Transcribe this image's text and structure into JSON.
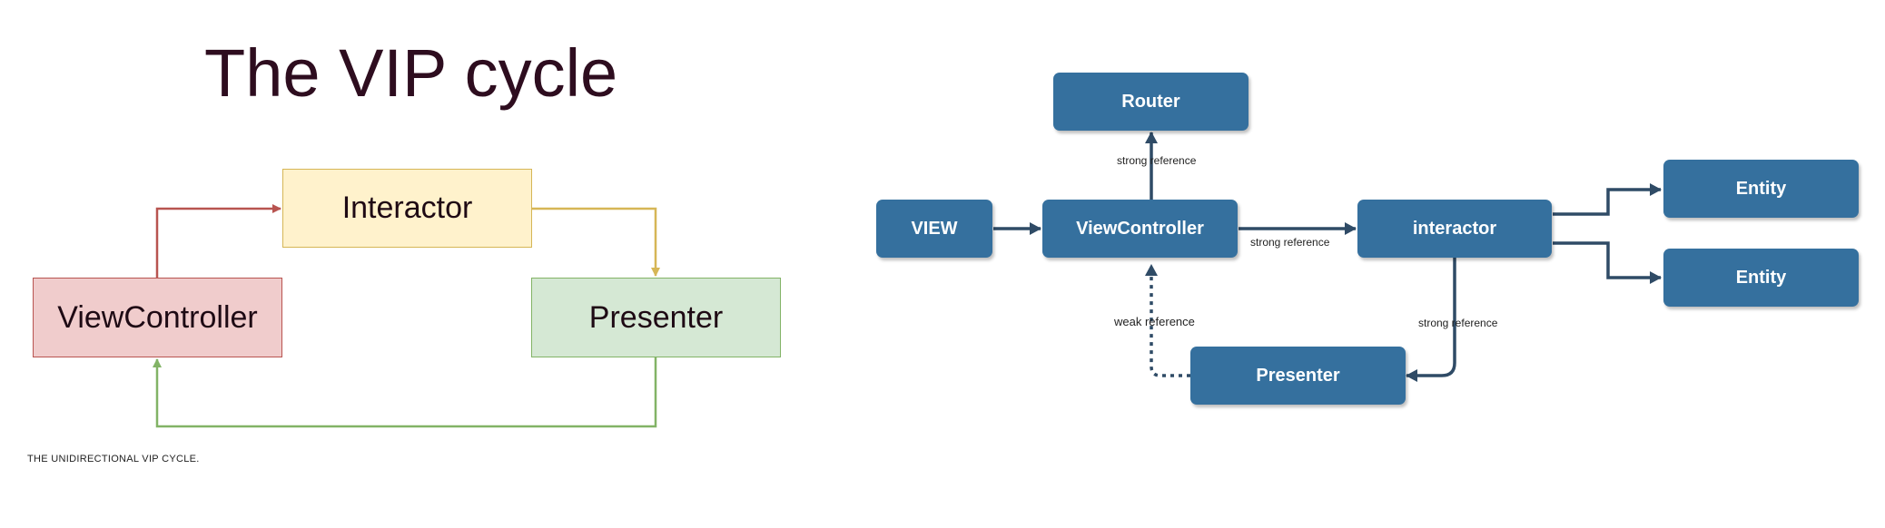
{
  "left_diagram": {
    "title": "The VIP cycle",
    "nodes": {
      "interactor": "Interactor",
      "view_controller": "ViewController",
      "presenter": "Presenter"
    },
    "caption": "THE UNIDIRECTIONAL VIP CYCLE.",
    "colors": {
      "interactor_fill": "#fff2cc",
      "interactor_border": "#d6b656",
      "view_controller_fill": "#f0cccc",
      "view_controller_border": "#b85450",
      "presenter_fill": "#d5e8d4",
      "presenter_border": "#82b366"
    }
  },
  "right_diagram": {
    "nodes": {
      "router": "Router",
      "view": "VIEW",
      "view_controller": "ViewController",
      "interactor": "interactor",
      "entity_1": "Entity",
      "entity_2": "Entity",
      "presenter": "Presenter"
    },
    "edge_labels": {
      "vc_to_router": "strong reference",
      "vc_to_interactor": "strong reference",
      "presenter_to_vc": "weak reference",
      "interactor_to_presenter": "strong reference"
    },
    "colors": {
      "node_fill": "#35709e",
      "arrow": "#2f4b66"
    }
  }
}
